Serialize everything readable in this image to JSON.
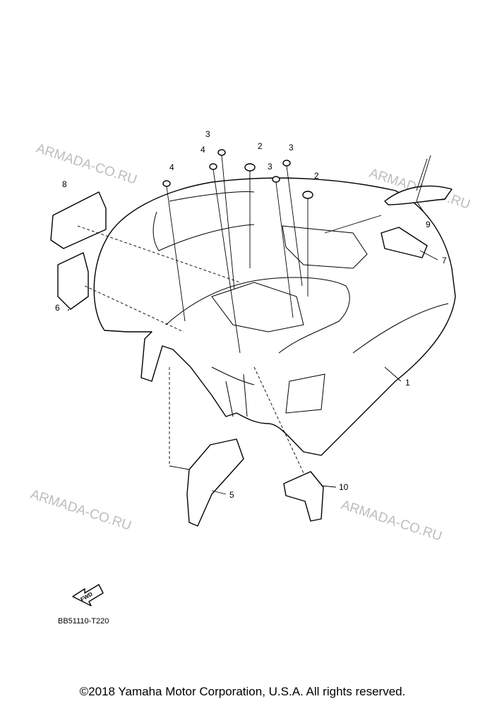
{
  "diagram": {
    "watermark": "ARMADA-CO.RU",
    "callouts": [
      "1",
      "2",
      "2",
      "3",
      "3",
      "3",
      "4",
      "4",
      "5",
      "6",
      "7",
      "8",
      "9",
      "10"
    ],
    "arrow_label": "FWD",
    "code": "BB51110-T220"
  },
  "footer": {
    "copyright": "©2018 Yamaha Motor Corporation, U.S.A. All rights reserved."
  }
}
